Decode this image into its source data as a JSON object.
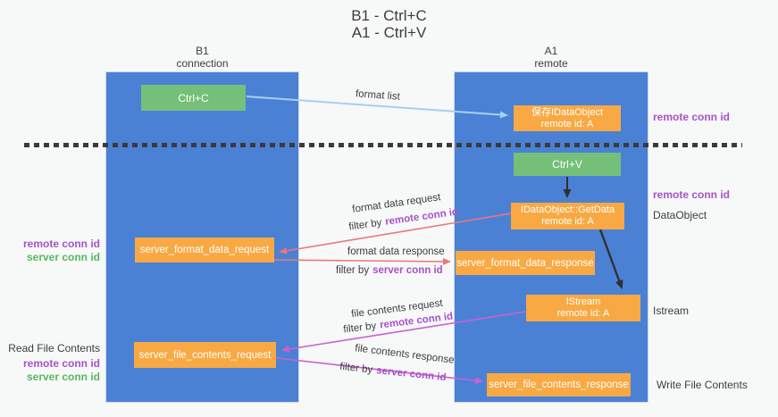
{
  "title": {
    "line1": "B1 - Ctrl+C",
    "line2": "A1 - Ctrl+V"
  },
  "lanes": {
    "left": {
      "name": "B1",
      "role": "connection"
    },
    "right": {
      "name": "A1",
      "role": "remote"
    }
  },
  "boxes": {
    "ctrl_c": {
      "label": "Ctrl+C"
    },
    "ctrl_v": {
      "label": "Ctrl+V"
    },
    "save_dataobject": {
      "line1": "保存IDataObject",
      "line2": "remote id: A"
    },
    "getdata": {
      "line1": "IDataObject::GetData",
      "line2": "remote id: A"
    },
    "istream": {
      "line1": "IStream",
      "line2": "remote id: A"
    },
    "server_format_data_request": {
      "label": "server_format_data_request"
    },
    "server_format_data_response": {
      "label": "server_format_data_response"
    },
    "server_file_contents_request": {
      "label": "server_file_contents_request"
    },
    "server_file_contents_response": {
      "label": "server_file_contents_response"
    }
  },
  "arrows": {
    "format_list": {
      "label": "format list"
    },
    "format_data_request": {
      "label": "format data request",
      "filter_prefix": "filter by",
      "filter_key": "remote conn id"
    },
    "format_data_response": {
      "label": "format data response",
      "filter_prefix": "filter by",
      "filter_key": "server conn id"
    },
    "file_contents_request": {
      "label": "file contents request",
      "filter_prefix": "filter by",
      "filter_key": "remote conn id"
    },
    "file_contents_response": {
      "label": "file contents response",
      "filter_prefix": "filter by",
      "filter_key": "server conn id"
    }
  },
  "side_labels": {
    "right_top_remote_conn_id": "remote conn id",
    "right_mid_remote_conn_id": "remote conn id",
    "right_dataobject": "DataObject",
    "right_istream": "Istream",
    "right_write_file_contents": "Write File Contents",
    "left_format_remote_conn_id": "remote conn id",
    "left_format_server_conn_id": "server conn id",
    "left_read_file_contents": "Read File Contents",
    "left_file_remote_conn_id": "remote conn id",
    "left_file_server_conn_id": "server conn id"
  },
  "colors": {
    "lane_blue": "#4b81d5",
    "box_green": "#74c078",
    "box_orange": "#f8a943",
    "arrow_red": "#e87878",
    "arrow_magenta": "#cd60d0",
    "arrow_light_blue": "#a6d1ee",
    "arrow_black": "#303030",
    "text_purple": "#a653c8",
    "text_green": "#57b75f",
    "text_dark": "#3d3d3d",
    "background": "#f7f8f8"
  }
}
